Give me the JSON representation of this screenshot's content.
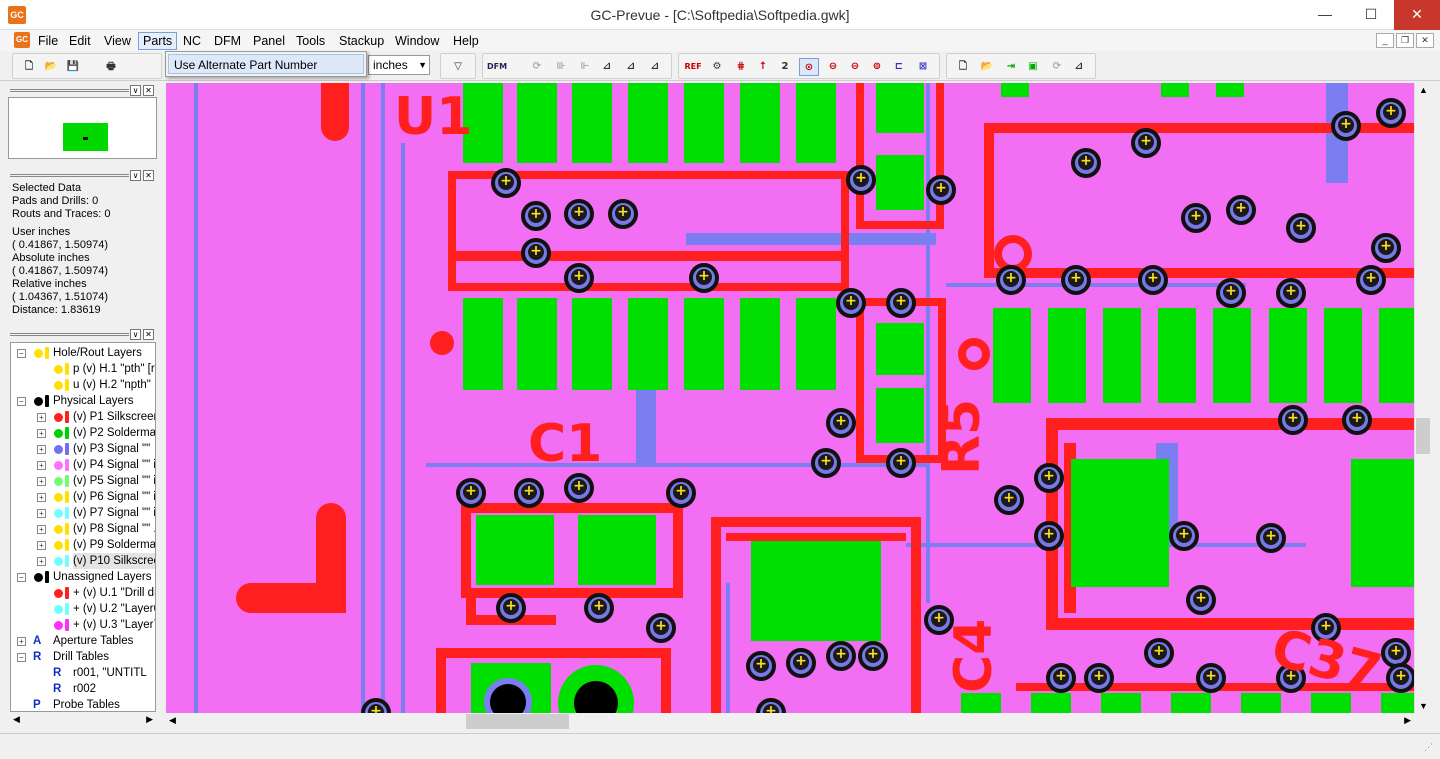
{
  "window": {
    "title": "GC-Prevue - [C:\\Softpedia\\Softpedia.gwk]",
    "app_icon": "GC",
    "minimize": "—",
    "maximize": "☐",
    "close": "✕"
  },
  "menu": {
    "items": [
      "File",
      "Edit",
      "View",
      "Parts",
      "NC",
      "DFM",
      "Panel",
      "Tools",
      "Stackup",
      "Window",
      "Help"
    ],
    "active": "Parts",
    "parts_dropdown": [
      "Use Alternate Part Number"
    ],
    "mdi_buttons": [
      "_",
      "❐",
      "✕"
    ]
  },
  "toolbar": {
    "units_value": "inches",
    "dfm_label": "DFM",
    "ref_label": "REF",
    "mid_glyphs": [
      "⟳",
      "⊪",
      "⊩",
      "⊿",
      "⊿",
      "⊿"
    ],
    "group3_glyphs": [
      "↑",
      "2",
      "⊙",
      "⊖",
      "⊖",
      "⊚",
      "⊏",
      "⊠"
    ]
  },
  "selected_data": {
    "heading": "Selected Data",
    "pads": "Pads and Drills: 0",
    "routs": "Routs and Traces: 0",
    "user_label": "User inches",
    "user_value": "( 0.41867,  1.50974)",
    "abs_label": "Absolute inches",
    "abs_value": "( 0.41867,  1.50974)",
    "rel_label": "Relative inches",
    "rel_value": "( 1.04367,  1.51074)",
    "distance": "Distance:   1.83619"
  },
  "tree": [
    {
      "label": "Hole/Rout Layers",
      "level": 0,
      "exp": "−",
      "color": "#ffe000"
    },
    {
      "label": "p (v) H.1 \"pth\" [r",
      "level": 1,
      "color": "#ffe000"
    },
    {
      "label": "u (v) H.2 \"npth\"",
      "level": 1,
      "color": "#ffe000"
    },
    {
      "label": "Physical Layers",
      "level": 0,
      "exp": "−",
      "color": "#000000"
    },
    {
      "label": "(v) P1 Silkscreen",
      "level": 1,
      "exp": "+",
      "color": "#ff2020"
    },
    {
      "label": "(v) P2 Soldermas",
      "level": 1,
      "exp": "+",
      "color": "#00d000"
    },
    {
      "label": "(v) P3 Signal \"\" ",
      "level": 1,
      "exp": "+",
      "color": "#7070f0"
    },
    {
      "label": "(v) P4 Signal \"\" i",
      "level": 1,
      "exp": "+",
      "color": "#ff70ff"
    },
    {
      "label": "(v) P5 Signal \"\" i",
      "level": 1,
      "exp": "+",
      "color": "#70ff70"
    },
    {
      "label": "(v) P6 Signal \"\" i",
      "level": 1,
      "exp": "+",
      "color": "#ffe000"
    },
    {
      "label": "(v) P7 Signal \"\" i",
      "level": 1,
      "exp": "+",
      "color": "#70ffff"
    },
    {
      "label": "(v) P8 Signal \"\" .",
      "level": 1,
      "exp": "+",
      "color": "#ffe000"
    },
    {
      "label": "(v) P9 Soldermas",
      "level": 1,
      "exp": "+",
      "color": "#ffe000"
    },
    {
      "label": "(v) P10 Silkscree",
      "level": 1,
      "exp": "+",
      "color": "#70ffff",
      "sel": true
    },
    {
      "label": "Unassigned Layers",
      "level": 0,
      "exp": "−",
      "color": "#000000"
    },
    {
      "label": "+ (v) U.1 \"Drill dr",
      "level": 1,
      "color": "#ff2020"
    },
    {
      "label": "+ (v) U.2 \"Layer6",
      "level": 1,
      "color": "#70ffff"
    },
    {
      "label": "+ (v) U.3 \"Layer7",
      "level": 1,
      "color": "#ff30ff"
    },
    {
      "label": "Aperture Tables",
      "level": 0,
      "exp": "+",
      "icon": "A"
    },
    {
      "label": "Drill Tables",
      "level": 0,
      "exp": "−",
      "icon": "R"
    },
    {
      "label": "r001, \"UNTITL",
      "level": 1,
      "icon": "R"
    },
    {
      "label": "r002",
      "level": 1,
      "icon": "R"
    },
    {
      "label": "Probe Tables",
      "level": 0,
      "icon": "P"
    }
  ],
  "silkscreen": {
    "u1": "U1",
    "c1": "C1",
    "r5": "R5",
    "c4": "C4",
    "c37": "C37"
  },
  "colors": {
    "board": "#f26ef2",
    "pad": "#00e000",
    "silk": "#ff1f1f",
    "signal": "#7a7ef0"
  }
}
